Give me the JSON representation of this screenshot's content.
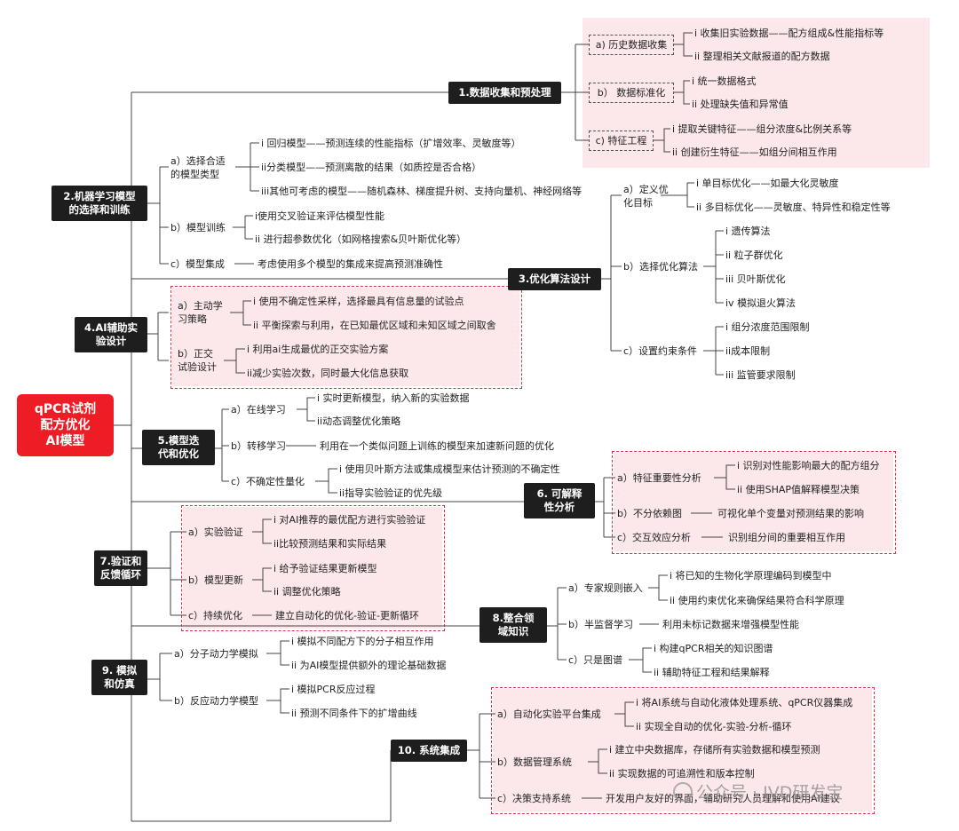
{
  "root": "qPCR试剂\n配方优化\nAI模型",
  "s1": {
    "title": "1.数据收集和预处理",
    "a": "a) 历史数据收集",
    "a1": "i 收集旧实验数据——配方组成&性能指标等",
    "a2": "ii 整理相关文献报道的配方数据",
    "b": "b） 数据标准化",
    "b1": "i 统一数据格式",
    "b2": "ii 处理缺失值和异常值",
    "c": "c) 特征工程",
    "c1": "i 提取关键特征——组分浓度&比例关系等",
    "c2": "ii 创建衍生特征——如组分间相互作用"
  },
  "s2": {
    "title": "2.机器学习模型\n的选择和训练",
    "a": "a）选择合适\n的模型类型",
    "a1": "i 回归模型——预测连续的性能指标（扩增效率、灵敏度等）",
    "a2": "ii分类模型——预测离散的结果（如质控是否合格）",
    "a3": "iii其他可考虑的模型——随机森林、梯度提升树、支持向量机、神经网络等",
    "b": "b）模型训练",
    "b1": "i使用交叉验证来评估模型性能",
    "b2": "ii 进行超参数优化（如网格搜索&贝叶斯优化等）",
    "c": "c）模型集成",
    "c1": "考虑使用多个模型的集成来提高预测准确性"
  },
  "s3": {
    "title": "3.优化算法设计",
    "a": "a）定义优\n化目标",
    "a1": "i 单目标优化——如最大化灵敏度",
    "a2": "ii 多目标优化——灵敏度、特异性和稳定性等",
    "b": "b）选择优化算法",
    "b1": "i 遗传算法",
    "b2": "ii 粒子群优化",
    "b3": "iii 贝叶斯优化",
    "b4": "iv 模拟退火算法",
    "c": "c）设置约束条件",
    "c1": "i 组分浓度范围限制",
    "c2": "ii成本限制",
    "c3": "iii 监管要求限制"
  },
  "s4": {
    "title": "4.AI辅助实\n验设计",
    "a": "a）主动学\n习策略",
    "a1": "i 使用不确定性采样，选择最具有信息量的试验点",
    "a2": "ii 平衡探索与利用，在已知最优区域和未知区域之间取舍",
    "b": "b）正交\n试验设计",
    "b1": "i 利用ai生成最优的正交实验方案",
    "b2": "ii减少实验次数，同时最大化信息获取"
  },
  "s5": {
    "title": "5.模型迭\n代和优化",
    "a": "a）在线学习",
    "a1": "i 实时更新模型，纳入新的实验数据",
    "a2": "ii动态调整优化策略",
    "b": "b）转移学习",
    "b1": "利用在一个类似问题上训练的模型来加速新问题的优化",
    "c": "c）不确定性量化",
    "c1": "i 使用贝叶斯方法或集成模型来估计预测的不确定性",
    "c2": "ii指导实验验证的优先级"
  },
  "s6": {
    "title": "6. 可解释\n性分析",
    "a": "a）特征重要性分析",
    "a1": "i 识别对性能影响最大的配方组分",
    "a2": "ii 使用SHAP值解释模型决策",
    "b": "b）不分依赖图",
    "b1": "可视化单个变量对预测结果的影响",
    "c": "c）交互效应分析",
    "c1": "识别组分间的重要相互作用"
  },
  "s7": {
    "title": "7.验证和\n反馈循环",
    "a": "a）实验验证",
    "a1": "i 对AI推荐的最优配方进行实验验证",
    "a2": "ii比较预测结果和实际结果",
    "b": "b）模型更新",
    "b1": "i 给予验证结果更新模型",
    "b2": "ii 调整优化策略",
    "c": "c）持续优化",
    "c1": "建立自动化的优化-验证-更新循环"
  },
  "s8": {
    "title": "8.整合领\n域知识",
    "a": "a）专家规则嵌入",
    "a1": "i 将已知的生物化学原理编码到模型中",
    "a2": "ii 使用约束优化来确保结果符合科学原理",
    "b": "b）半监督学习",
    "b1": "利用未标记数据来增强模型性能",
    "c": "c）只是图谱",
    "c1": "i 构建qPCR相关的知识图谱",
    "c2": "ii 辅助特征工程和结果解释"
  },
  "s9": {
    "title": "9. 模拟\n和仿真",
    "a": "a）分子动力学模拟",
    "a1": "i 模拟不同配方下的分子相互作用",
    "a2": "ii 为AI模型提供额外的理论基础数据",
    "b": "b）反应动力学模型",
    "b1": "i 模拟PCR反应过程",
    "b2": "ii 预测不同条件下的扩增曲线"
  },
  "s10": {
    "title": "10. 系统集成",
    "a": "a）自动化实验平台集成",
    "a1": "i 将AI系统与自动化液体处理系统、qPCR仪器集成",
    "a2": "ii 实现全自动的优化-实验-分析-循环",
    "b": "b）数据管理系统",
    "b1": "i 建立中央数据库，存储所有实验数据和模型预测",
    "b2": "ii 实现数据的可追溯性和版本控制",
    "c": "c）决策支持系统",
    "c1": "开发用户友好的界面，辅助研究人员理解和使用AI建议"
  },
  "watermark": "公众号 · IVD研发宝",
  "colors": {
    "box": "#1e1e1e",
    "root": "#ee1c25",
    "highlight": "#fce8ea",
    "dash": "#e0323f"
  }
}
